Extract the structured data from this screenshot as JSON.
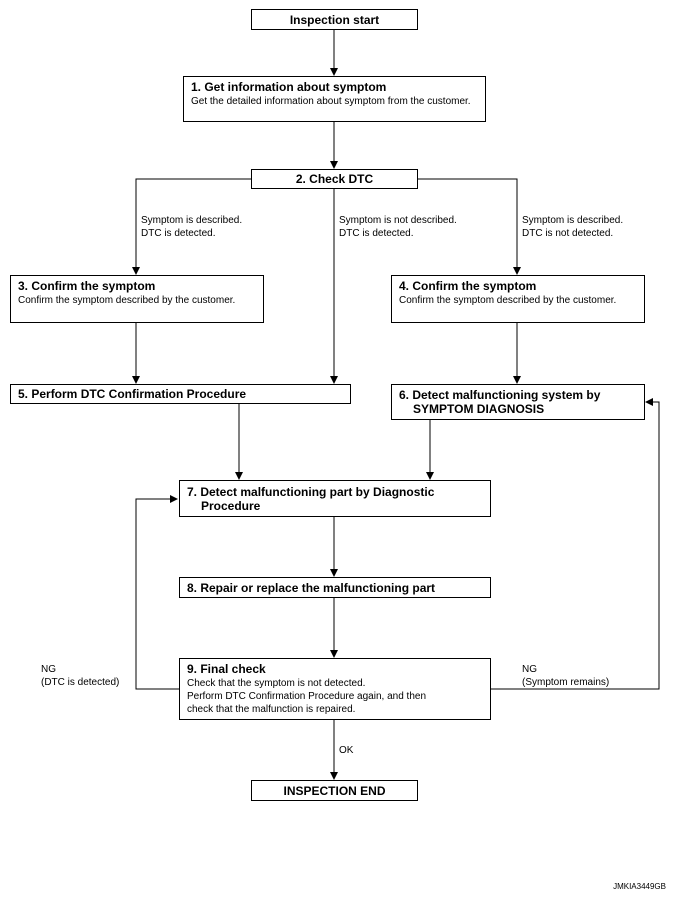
{
  "flow": {
    "start": "Inspection start",
    "step1": {
      "title": "1. Get information about symptom",
      "desc": "Get the detailed information about symptom from the customer."
    },
    "step2": {
      "title": "2. Check DTC"
    },
    "branch_left": {
      "line1": "Symptom is described.",
      "line2": "DTC is detected."
    },
    "branch_mid": {
      "line1": "Symptom is not described.",
      "line2": "DTC is detected."
    },
    "branch_right": {
      "line1": "Symptom is described.",
      "line2": "DTC is not detected."
    },
    "step3": {
      "title": "3. Confirm the symptom",
      "desc": "Confirm the symptom described by the customer."
    },
    "step4": {
      "title": "4. Confirm the symptom",
      "desc": "Confirm the symptom described by the customer."
    },
    "step5": {
      "title": "5. Perform DTC Confirmation Procedure"
    },
    "step6": {
      "title_line1": "6. Detect malfunctioning system by",
      "title_line2": "SYMPTOM DIAGNOSIS"
    },
    "step7": {
      "title_line1": "7. Detect malfunctioning part by Diagnostic",
      "title_line2": "Procedure"
    },
    "step8": {
      "title": "8. Repair or replace the malfunctioning part"
    },
    "step9": {
      "title": "9. Final check",
      "desc_line1": "Check that the symptom is not detected.",
      "desc_line2": "Perform DTC Confirmation Procedure again, and then",
      "desc_line3": "check that the malfunction is repaired."
    },
    "ng_left": {
      "line1": "NG",
      "line2": "(DTC is detected)"
    },
    "ng_right": {
      "line1": "NG",
      "line2": "(Symptom remains)"
    },
    "ok": "OK",
    "end": "INSPECTION END"
  },
  "figure_id": "JMKIA3449GB"
}
